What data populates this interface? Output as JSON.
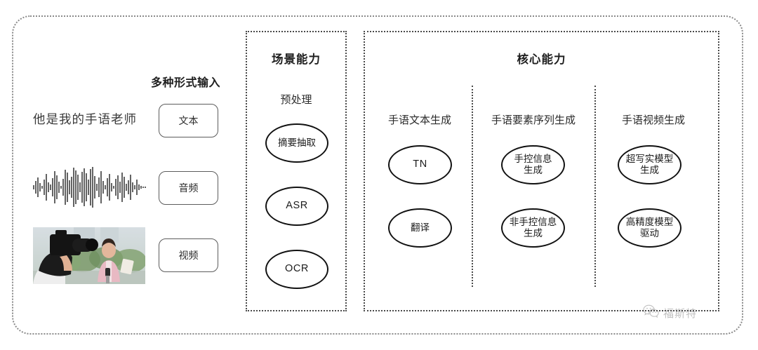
{
  "diagram": {
    "input_section": {
      "title": "多种形式输入",
      "sample_text": "他是我的手语老师",
      "modalities": [
        {
          "label": "文本",
          "icon": "text-icon"
        },
        {
          "label": "音频",
          "icon": "waveform-icon"
        },
        {
          "label": "视频",
          "icon": "video-thumbnail-icon"
        }
      ]
    },
    "scene_panel": {
      "title": "场景能力",
      "group_label": "预处理",
      "nodes": [
        {
          "label": "摘要抽取",
          "script": "cjk"
        },
        {
          "label": "ASR",
          "script": "latin"
        },
        {
          "label": "OCR",
          "script": "latin"
        }
      ]
    },
    "core_panel": {
      "title": "核心能力",
      "columns": [
        {
          "heading": "手语文本生成",
          "nodes": [
            {
              "line1": "TN",
              "line2": "",
              "script": "latin"
            },
            {
              "line1": "翻译",
              "line2": "",
              "script": "cjk"
            }
          ]
        },
        {
          "heading": "手语要素序列生成",
          "nodes": [
            {
              "line1": "手控信息",
              "line2": "生成",
              "script": "cjk"
            },
            {
              "line1": "非手控信息",
              "line2": "生成",
              "script": "cjk"
            }
          ]
        },
        {
          "heading": "手语视频生成",
          "nodes": [
            {
              "line1": "超写实模型",
              "line2": "生成",
              "script": "cjk"
            },
            {
              "line1": "高精度模型",
              "line2": "驱动",
              "script": "cjk"
            }
          ]
        }
      ]
    },
    "watermark": {
      "text": "福斯特",
      "icon": "wechat-icon"
    },
    "colors": {
      "frame_dotted": "#8a8a8a",
      "panel_dotted": "#4a4a4a",
      "oval_stroke": "#111111",
      "box_stroke": "#5c5c5c",
      "text": "#2b2b2b",
      "background": "#ffffff"
    }
  }
}
